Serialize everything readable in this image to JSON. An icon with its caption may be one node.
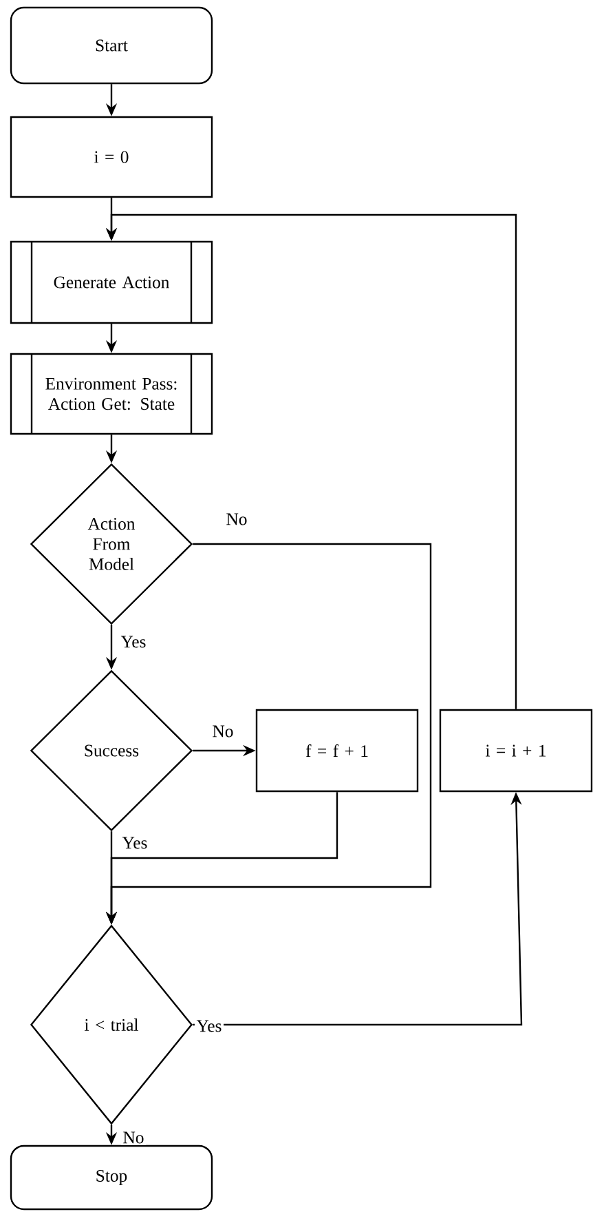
{
  "diagram": {
    "nodes": [
      {
        "text": [
          "Start"
        ]
      },
      {
        "text": [
          "i = 0"
        ]
      },
      {
        "text": [
          "Generate Action"
        ]
      },
      {
        "text": [
          "Environment Pass: Action Get: State"
        ]
      },
      {
        "text": [
          "Action From Model"
        ]
      },
      {
        "text": [
          "Success"
        ]
      },
      {
        "text": [
          "f = f + 1"
        ]
      },
      {
        "text": [
          "i = i + 1"
        ]
      },
      {
        "text": [
          "i < trial"
        ]
      },
      {
        "text": [
          "Stop"
        ]
      }
    ],
    "edges": [
      {
        "from": 0,
        "to": 1,
        "arrow": "to"
      },
      {
        "from": 1,
        "to": 2,
        "arrow": "to"
      },
      {
        "from": 2,
        "to": 3,
        "arrow": "to"
      },
      {
        "from": 3,
        "to": 4,
        "arrow": "to"
      },
      {
        "from": 4,
        "to": 5,
        "arrow": "to",
        "label": "Yes"
      },
      {
        "from": 4,
        "to": 8,
        "arrow": "to",
        "label": "No"
      },
      {
        "from": 5,
        "to": 6,
        "arrow": "to",
        "label": "No"
      },
      {
        "from": 5,
        "to": 8,
        "arrow": "to",
        "label": "Yes"
      },
      {
        "from": 6,
        "to": 8,
        "arrow": "to"
      },
      {
        "from": 8,
        "to": 7,
        "arrow": "to",
        "label": "Yes"
      },
      {
        "from": 7,
        "to": 2,
        "arrow": "to"
      },
      {
        "from": 8,
        "to": 9,
        "arrow": "to",
        "label": "No"
      }
    ]
  }
}
